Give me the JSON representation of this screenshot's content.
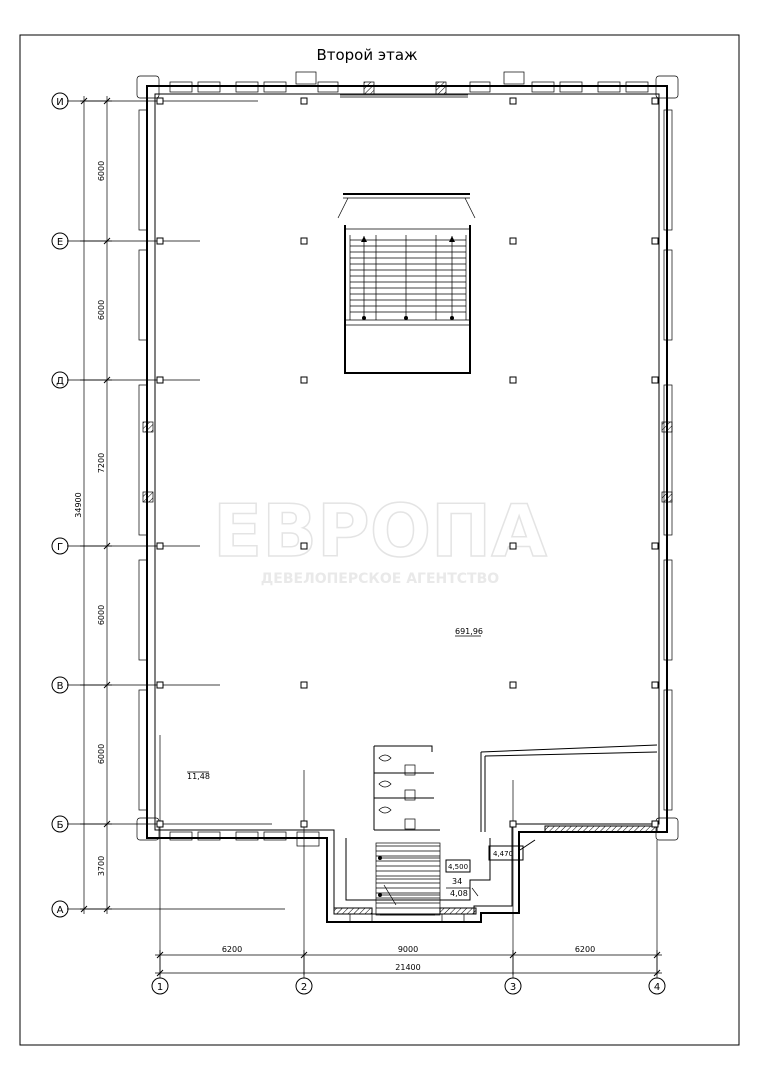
{
  "title": "Второй этаж",
  "watermark": {
    "main": "ЕВРОПА",
    "sub": "ДЕВЕЛОПЕРСКОЕ АГЕНТСТВО"
  },
  "axes_rows": [
    "И",
    "Е",
    "Д",
    "Г",
    "В",
    "Б",
    "А"
  ],
  "axes_cols": [
    "1",
    "2",
    "3",
    "4"
  ],
  "dims_vertical": {
    "overall": "34900",
    "segments": [
      "6000",
      "6000",
      "7200",
      "6000",
      "6000",
      "3700"
    ]
  },
  "dims_horizontal": {
    "overall": "21400",
    "segments": [
      "6200",
      "9000",
      "6200"
    ]
  },
  "area_labels": {
    "main": "691,96",
    "small": "11,48"
  },
  "level_marks": [
    "4,500",
    "4,470",
    "34",
    "4,08"
  ]
}
